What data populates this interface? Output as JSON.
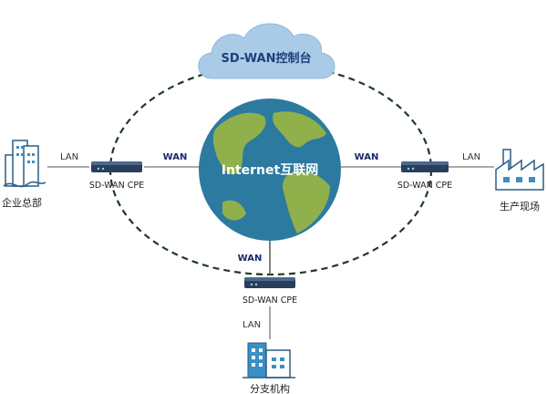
{
  "cloud": {
    "label": "SD-WAN控制台"
  },
  "globe": {
    "label": "Internet互联网"
  },
  "sites": {
    "hq": {
      "label": "企业总部"
    },
    "factory": {
      "label": "生产现场"
    },
    "branch": {
      "label": "分支机构"
    }
  },
  "cpe": {
    "left": {
      "label": "SD-WAN CPE"
    },
    "right": {
      "label": "SD-WAN CPE"
    },
    "bottom": {
      "label": "SD-WAN CPE"
    }
  },
  "links": {
    "lan_left": "LAN",
    "lan_right": "LAN",
    "lan_bottom": "LAN",
    "wan_left": "WAN",
    "wan_right": "WAN",
    "wan_bottom": "WAN"
  },
  "colors": {
    "cloud": "#a9cbe8",
    "ocean": "#2c7aa0",
    "land": "#8fb04b",
    "ring": "#1f3a2a",
    "device": "#2a3d5a",
    "building": "#3a8fc4"
  }
}
